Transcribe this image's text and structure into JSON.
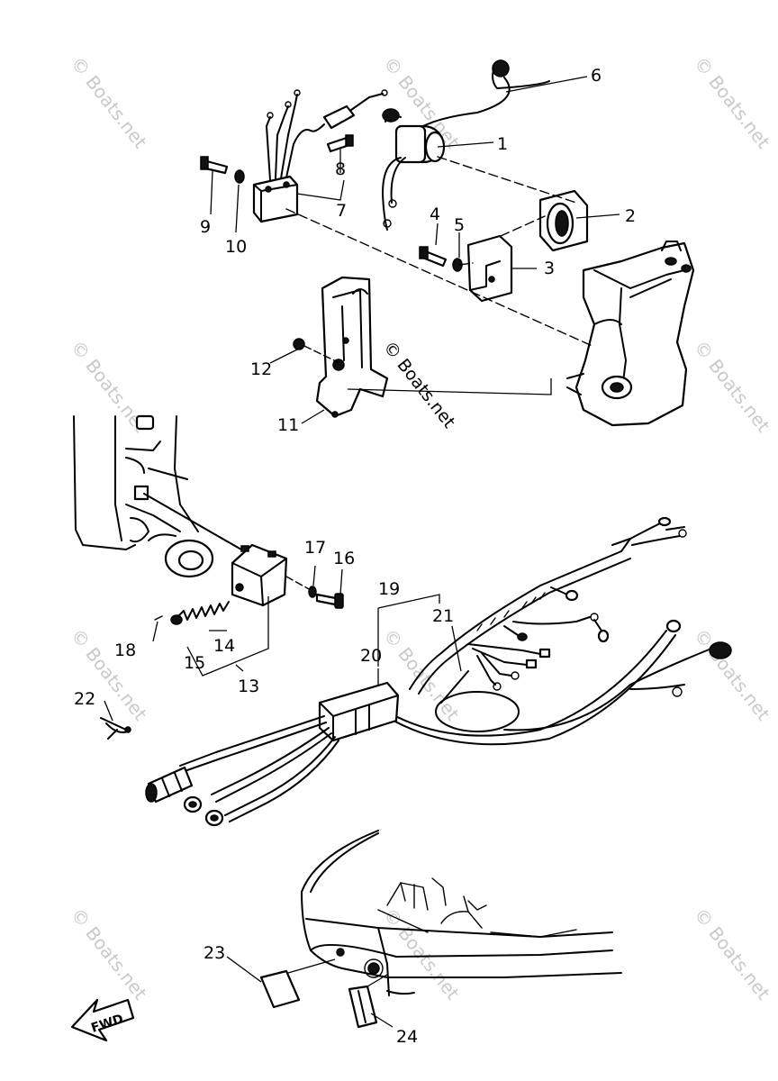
{
  "watermark": "© Boats.net",
  "direction_label": "FWD",
  "callouts": [
    "1",
    "2",
    "3",
    "4",
    "5",
    "6",
    "7",
    "8",
    "9",
    "10",
    "11",
    "12",
    "13",
    "14",
    "15",
    "16",
    "17",
    "18",
    "19",
    "20",
    "21",
    "22",
    "23",
    "24"
  ]
}
